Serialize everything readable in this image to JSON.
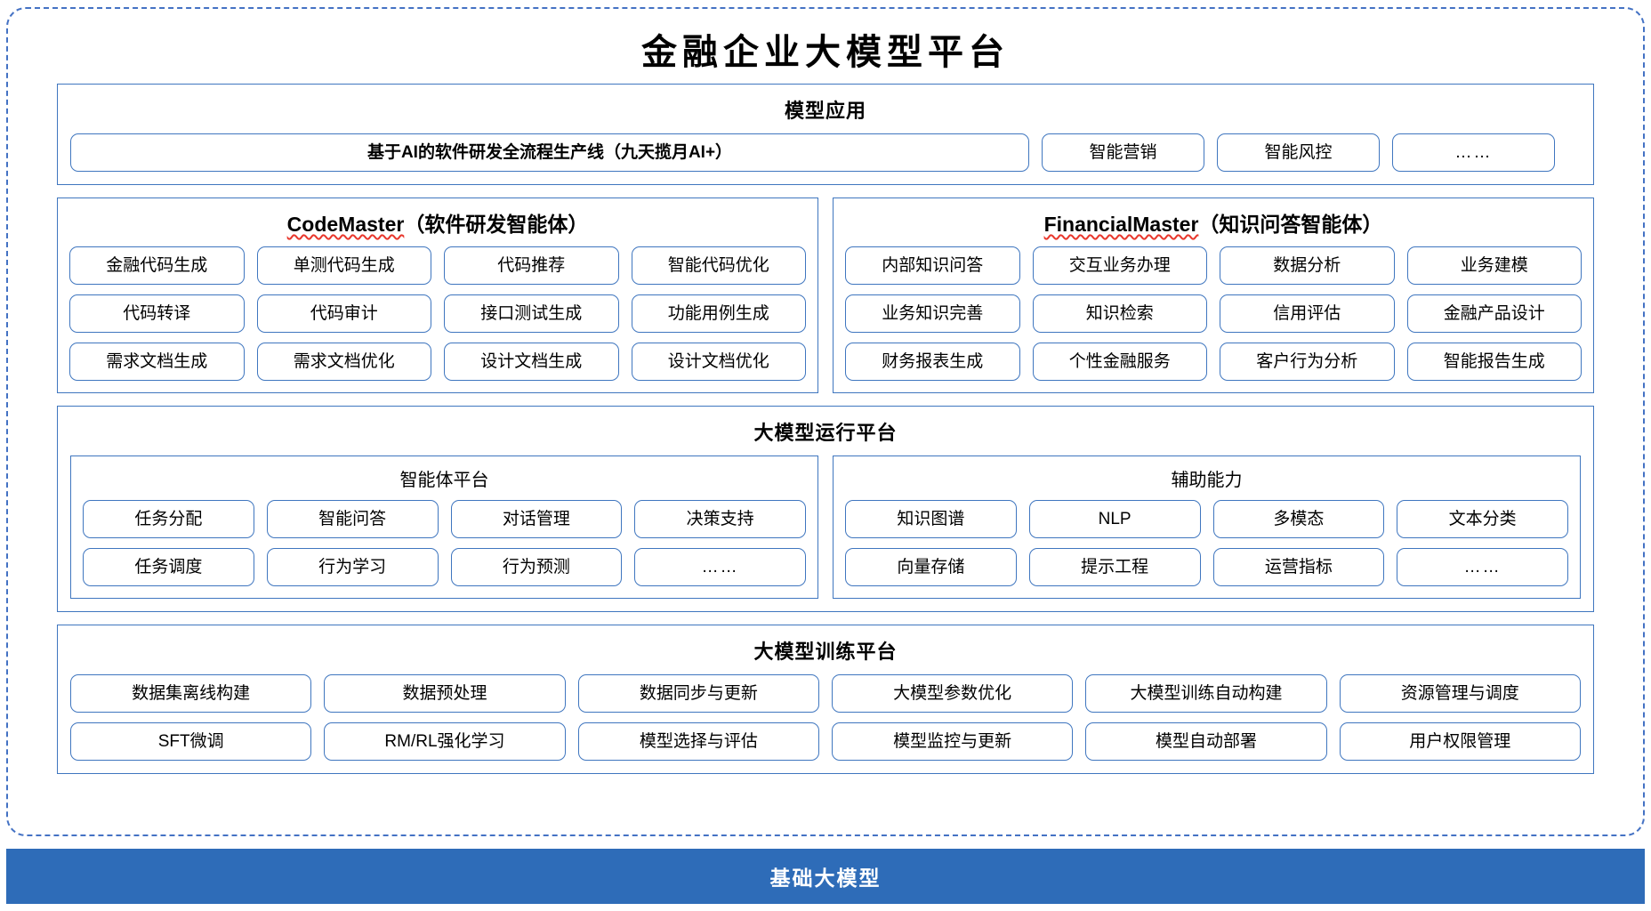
{
  "title": "金融企业大模型平台",
  "colors": {
    "accent_blue": "#3F76BF",
    "dashed_border": "#4472C4",
    "base_band_bg": "#2E6CB8",
    "spellcheck_underline": "#E8372C",
    "text": "#000000"
  },
  "model_application": {
    "title": "模型应用",
    "main_item": "基于AI的软件研发全流程生产线（九天揽月AI+）",
    "items": [
      "智能营销",
      "智能风控",
      "……"
    ]
  },
  "agents": [
    {
      "name": "CodeMaster",
      "suffix": "（软件研发智能体）",
      "spellchecked": true,
      "rows": [
        [
          "金融代码生成",
          "单测代码生成",
          "代码推荐",
          "智能代码优化"
        ],
        [
          "代码转译",
          "代码审计",
          "接口测试生成",
          "功能用例生成"
        ],
        [
          "需求文档生成",
          "需求文档优化",
          "设计文档生成",
          "设计文档优化"
        ]
      ]
    },
    {
      "name": "FinancialMaster",
      "suffix": "（知识问答智能体）",
      "spellchecked": true,
      "rows": [
        [
          "内部知识问答",
          "交互业务办理",
          "数据分析",
          "业务建模"
        ],
        [
          "业务知识完善",
          "知识检索",
          "信用评估",
          "金融产品设计"
        ],
        [
          "财务报表生成",
          "个性金融服务",
          "客户行为分析",
          "智能报告生成"
        ]
      ]
    }
  ],
  "runtime_platform": {
    "title": "大模型运行平台",
    "subpanels": [
      {
        "title": "智能体平台",
        "rows": [
          [
            "任务分配",
            "智能问答",
            "对话管理",
            "决策支持"
          ],
          [
            "任务调度",
            "行为学习",
            "行为预测",
            "……"
          ]
        ]
      },
      {
        "title": "辅助能力",
        "rows": [
          [
            "知识图谱",
            "NLP",
            "多模态",
            "文本分类"
          ],
          [
            "向量存储",
            "提示工程",
            "运营指标",
            "……"
          ]
        ]
      }
    ]
  },
  "training_platform": {
    "title": "大模型训练平台",
    "rows": [
      [
        "数据集离线构建",
        "数据预处理",
        "数据同步与更新",
        "大模型参数优化",
        "大模型训练自动构建",
        "资源管理与调度"
      ],
      [
        "SFT微调",
        "RM/RL强化学习",
        "模型选择与评估",
        "模型监控与更新",
        "模型自动部署",
        "用户权限管理"
      ]
    ]
  },
  "base_model": {
    "label": "基础大模型"
  }
}
